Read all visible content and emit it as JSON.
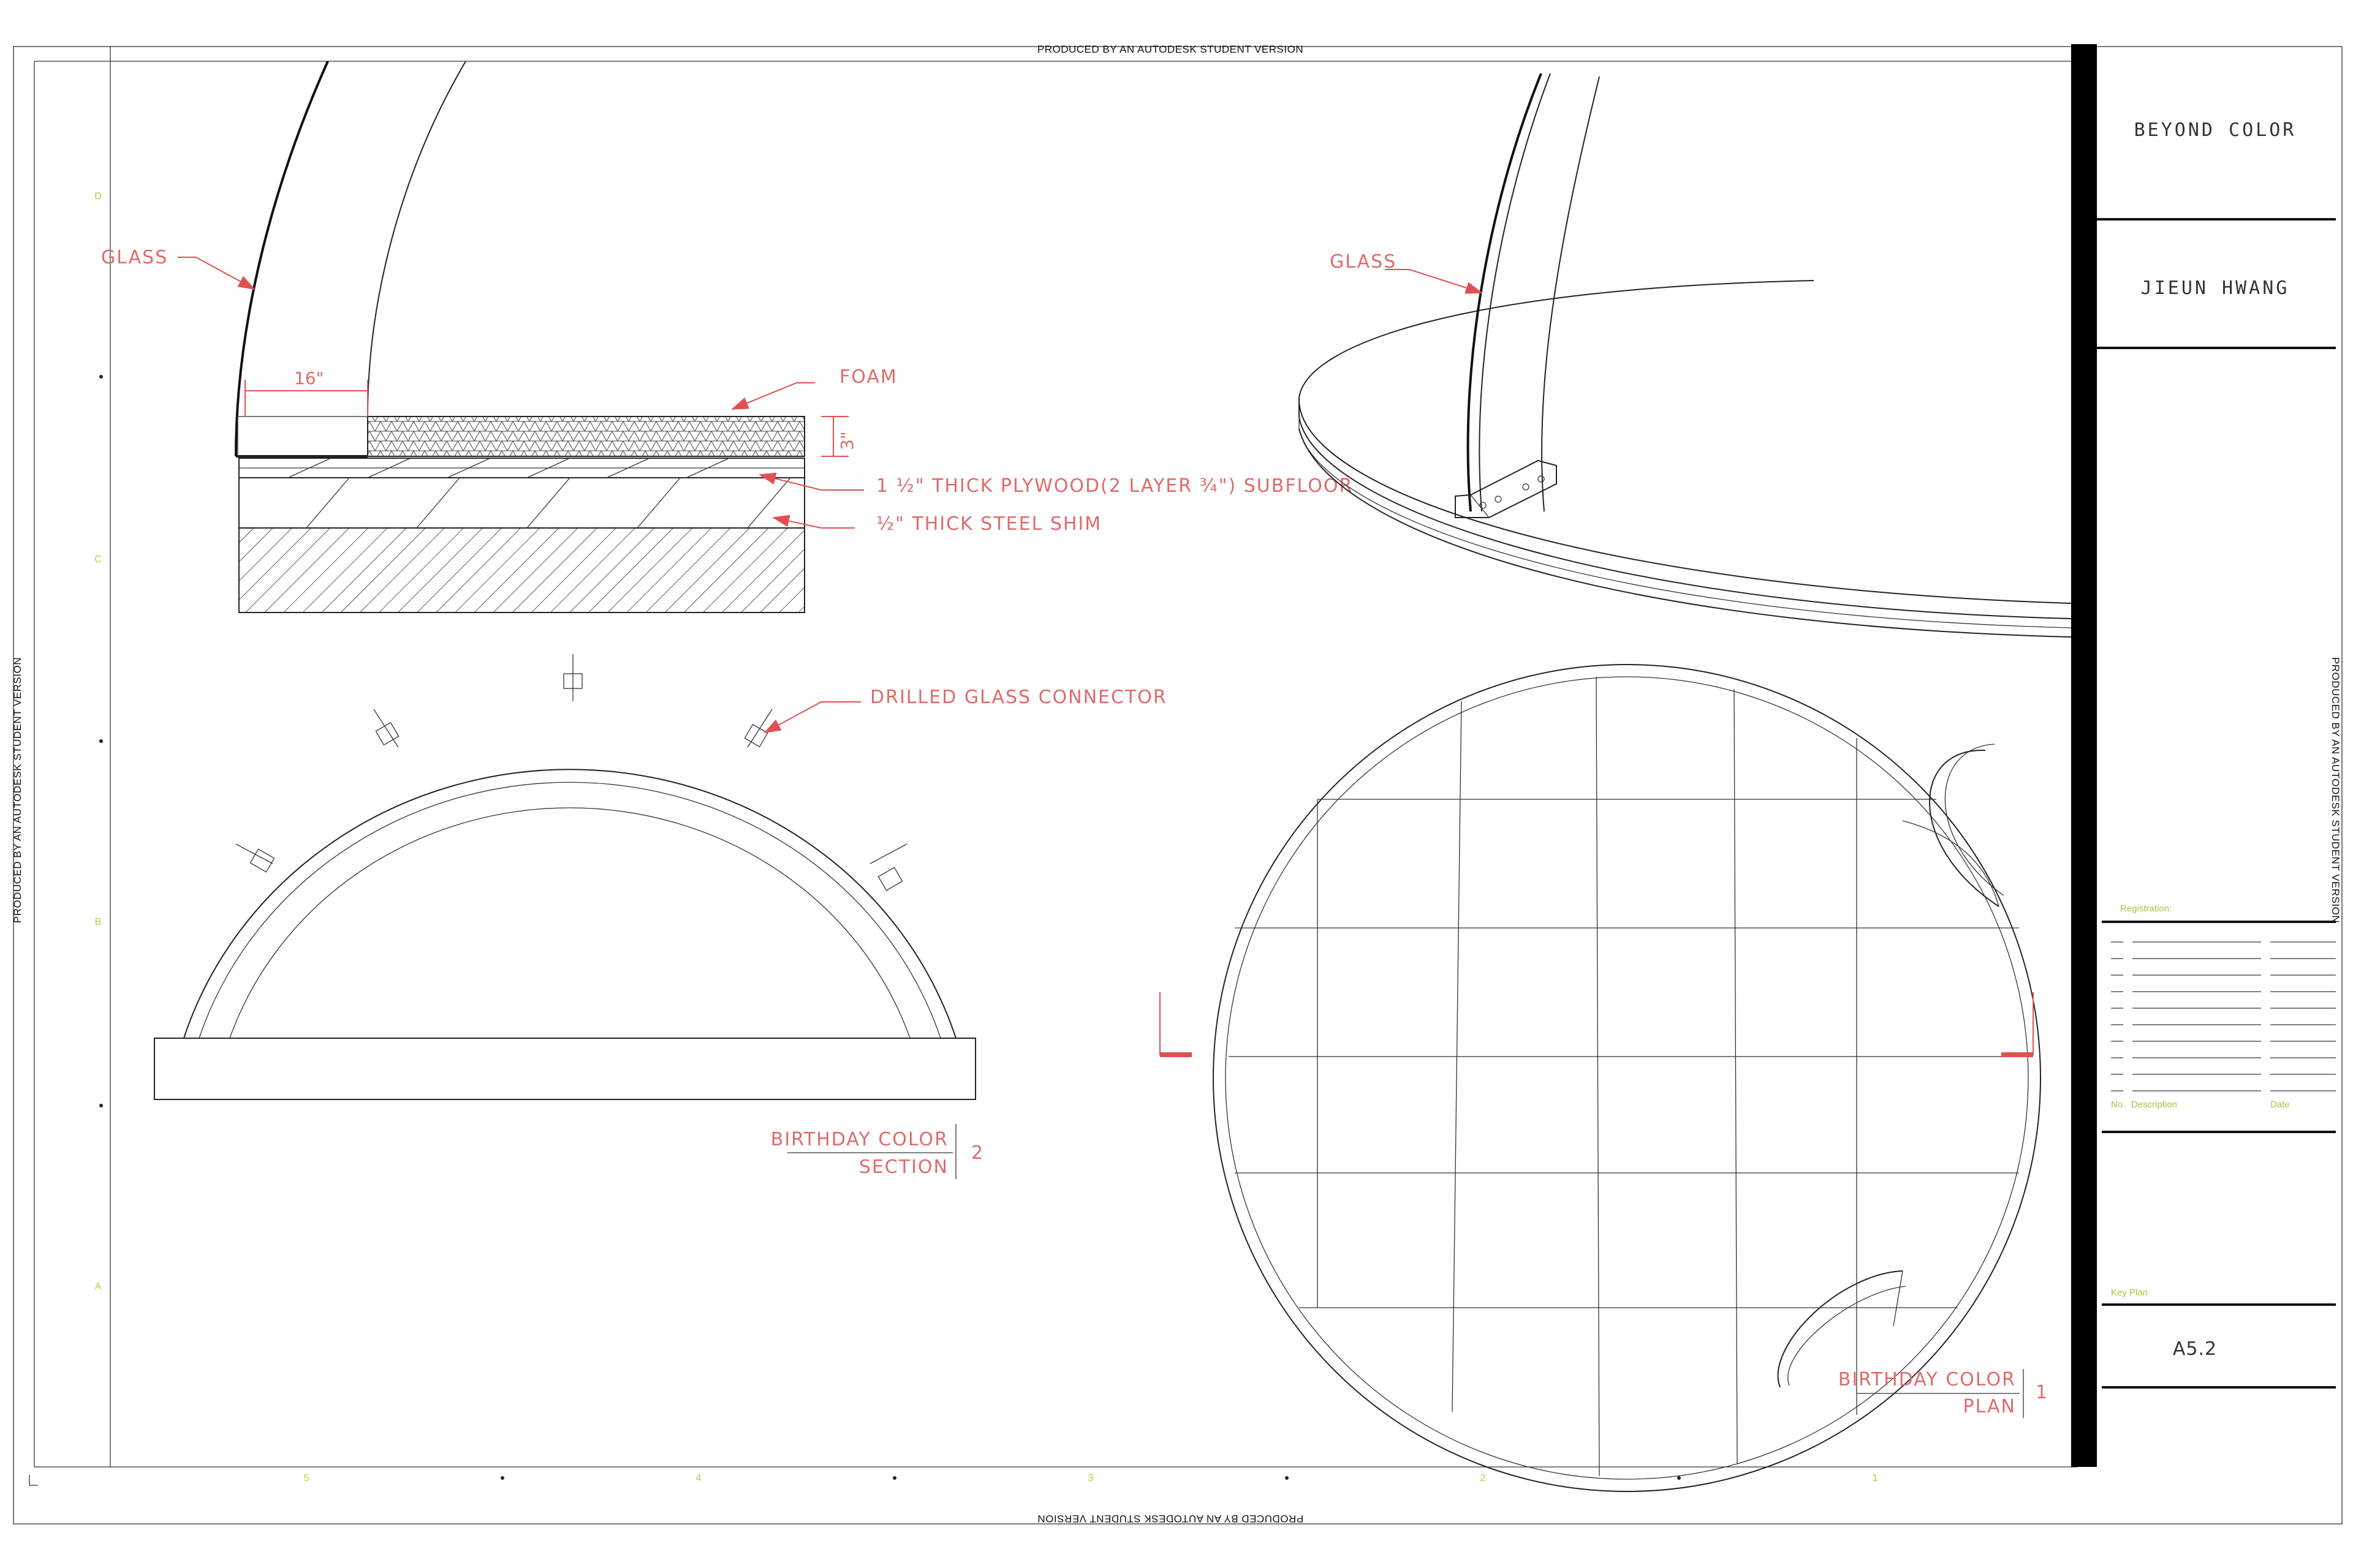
{
  "watermark": "PRODUCED BY AN AUTODESK STUDENT VERSION",
  "title_block": {
    "project_title": "BEYOND COLOR",
    "designer": "JIEUN HWANG",
    "registration_label": "Registration:",
    "no_label": "No.",
    "description_label": "Description",
    "date_label": "Date",
    "key_plan_label": "Key Plan",
    "sheet_number": "A5.2"
  },
  "grid_labels": {
    "rows": [
      "D",
      "C",
      "B",
      "A"
    ],
    "columns": [
      "5",
      "4",
      "3",
      "2",
      "1"
    ]
  },
  "detail_section": {
    "glass_label": "GLASS",
    "dimension_16": "16\"",
    "dimension_3": "3\"",
    "foam_label": "FOAM",
    "plywood_label": "1 ½\" THICK PLYWOOD(2 LAYER ¾\") SUBFLOOR",
    "shim_label": "½\" THICK STEEL SHIM"
  },
  "perspective": {
    "glass_label": "GLASS"
  },
  "section_view": {
    "connector_label": "DRILLED GLASS CONNECTOR",
    "title_line1": "BIRTHDAY COLOR",
    "title_line2": "SECTION",
    "number": "2"
  },
  "plan_view": {
    "title_line1": "BIRTHDAY COLOR",
    "title_line2": "PLAN",
    "number": "1"
  }
}
